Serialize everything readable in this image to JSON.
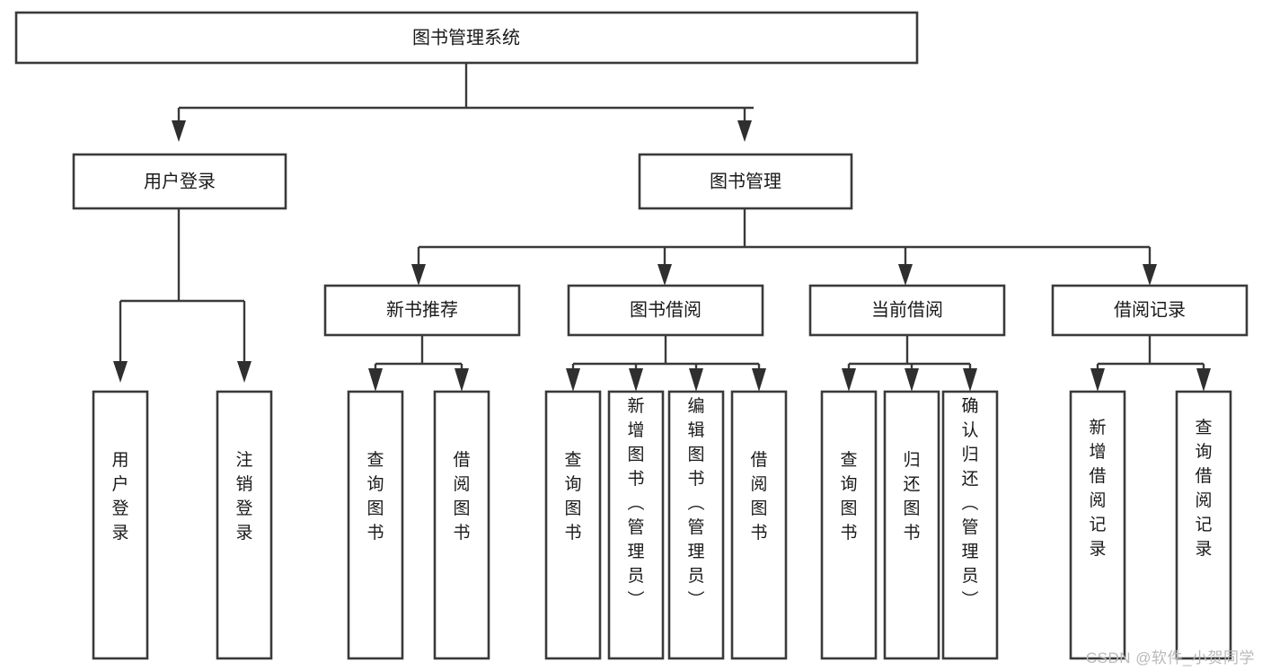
{
  "diagram": {
    "type": "tree-hierarchy-chart",
    "title": "图书管理系统",
    "watermark": "CSDN @软件_小贺同学",
    "levels": {
      "root": {
        "label": "图书管理系统"
      },
      "level2": [
        {
          "label": "用户登录"
        },
        {
          "label": "图书管理"
        }
      ],
      "level3": [
        {
          "label": "新书推荐"
        },
        {
          "label": "图书借阅"
        },
        {
          "label": "当前借阅"
        },
        {
          "label": "借阅记录"
        }
      ],
      "leaves": {
        "user_login": [
          {
            "label": "用户登录"
          },
          {
            "label": "注销登录"
          }
        ],
        "new_book_recommend": [
          {
            "label": "查询图书"
          },
          {
            "label": "借阅图书"
          }
        ],
        "book_borrow": [
          {
            "label": "查询图书"
          },
          {
            "label": "新增图书（管理员）"
          },
          {
            "label": "编辑图书（管理员）"
          },
          {
            "label": "借阅图书"
          }
        ],
        "current_borrow": [
          {
            "label": "查询图书"
          },
          {
            "label": "归还图书"
          },
          {
            "label": "确认归还（管理员）"
          }
        ],
        "borrow_record": [
          {
            "label": "新增借阅记录"
          },
          {
            "label": "查询借阅记录"
          }
        ]
      }
    },
    "colors": {
      "box_stroke": "#3a3a3a",
      "box_fill": "#ffffff",
      "connector": "#3a3a3a",
      "text": "#1a1a1a",
      "watermark": "#b9b9b9",
      "background": "#ffffff"
    }
  }
}
